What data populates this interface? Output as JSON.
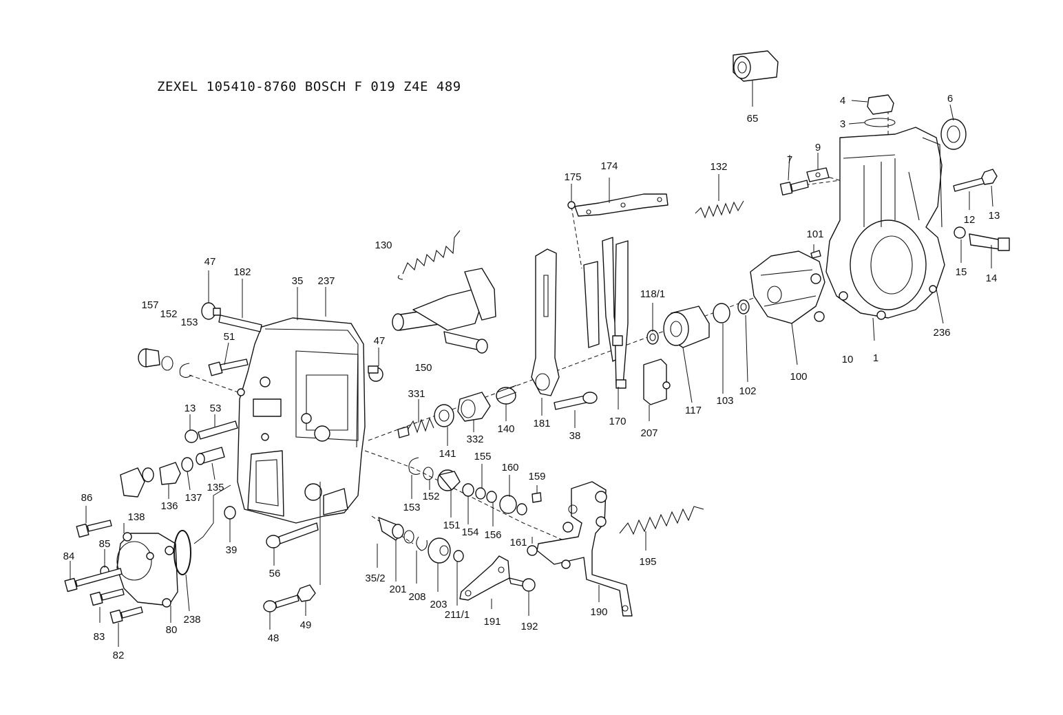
{
  "title": "ZEXEL  105410-8760  BOSCH  F 019 Z4E 489",
  "labels": {
    "p1": "1",
    "p3": "3",
    "p4": "4",
    "p6": "6",
    "p7": "7",
    "p9": "9",
    "p10": "10",
    "p12": "12",
    "p13a": "13",
    "p13b": "13",
    "p14": "14",
    "p15": "15",
    "p35": "35",
    "p35_2": "35/2",
    "p38": "38",
    "p39": "39",
    "p47a": "47",
    "p47b": "47",
    "p48": "48",
    "p49": "49",
    "p51": "51",
    "p53": "53",
    "p56": "56",
    "p65": "65",
    "p80": "80",
    "p82": "82",
    "p83": "83",
    "p84": "84",
    "p85": "85",
    "p86": "86",
    "p100": "100",
    "p101": "101",
    "p102": "102",
    "p103": "103",
    "p117": "117",
    "p118_1": "118/1",
    "p130": "130",
    "p132": "132",
    "p135": "135",
    "p136": "136",
    "p137": "137",
    "p138": "138",
    "p140": "140",
    "p141": "141",
    "p150": "150",
    "p151": "151",
    "p152a": "152",
    "p152b": "152",
    "p153a": "153",
    "p153b": "153",
    "p154": "154",
    "p155": "155",
    "p156": "156",
    "p157": "157",
    "p159": "159",
    "p160": "160",
    "p161": "161",
    "p170": "170",
    "p174": "174",
    "p175": "175",
    "p181": "181",
    "p182": "182",
    "p190": "190",
    "p191": "191",
    "p192": "192",
    "p195": "195",
    "p201": "201",
    "p203": "203",
    "p207": "207",
    "p208": "208",
    "p211_1": "211/1",
    "p236": "236",
    "p237": "237",
    "p238": "238",
    "p331": "331",
    "p332": "332"
  }
}
